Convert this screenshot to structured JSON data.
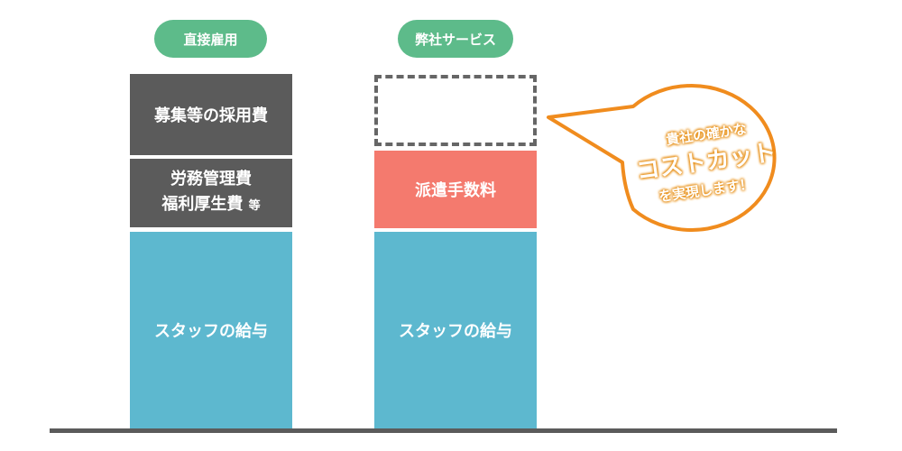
{
  "left_column": {
    "header": "直接雇用",
    "recruiting": "募集等の採用費",
    "labor_line1": "労務管理費",
    "labor_line2": "福利厚生費",
    "labor_suffix": "等",
    "salary": "スタッフの給与"
  },
  "right_column": {
    "header": "弊社サービス",
    "dispatch_fee": "派遣手数料",
    "salary": "スタッフの給与"
  },
  "callout": {
    "line1": "貴社の確かな",
    "line2": "コストカット",
    "line3": "を実現します！"
  },
  "colors": {
    "header_green": "#5dbb8a",
    "cost_gray": "#5b5b5b",
    "salary_blue": "#5db8cf",
    "fee_red": "#f47a6e",
    "callout_orange": "#f08c1e"
  }
}
